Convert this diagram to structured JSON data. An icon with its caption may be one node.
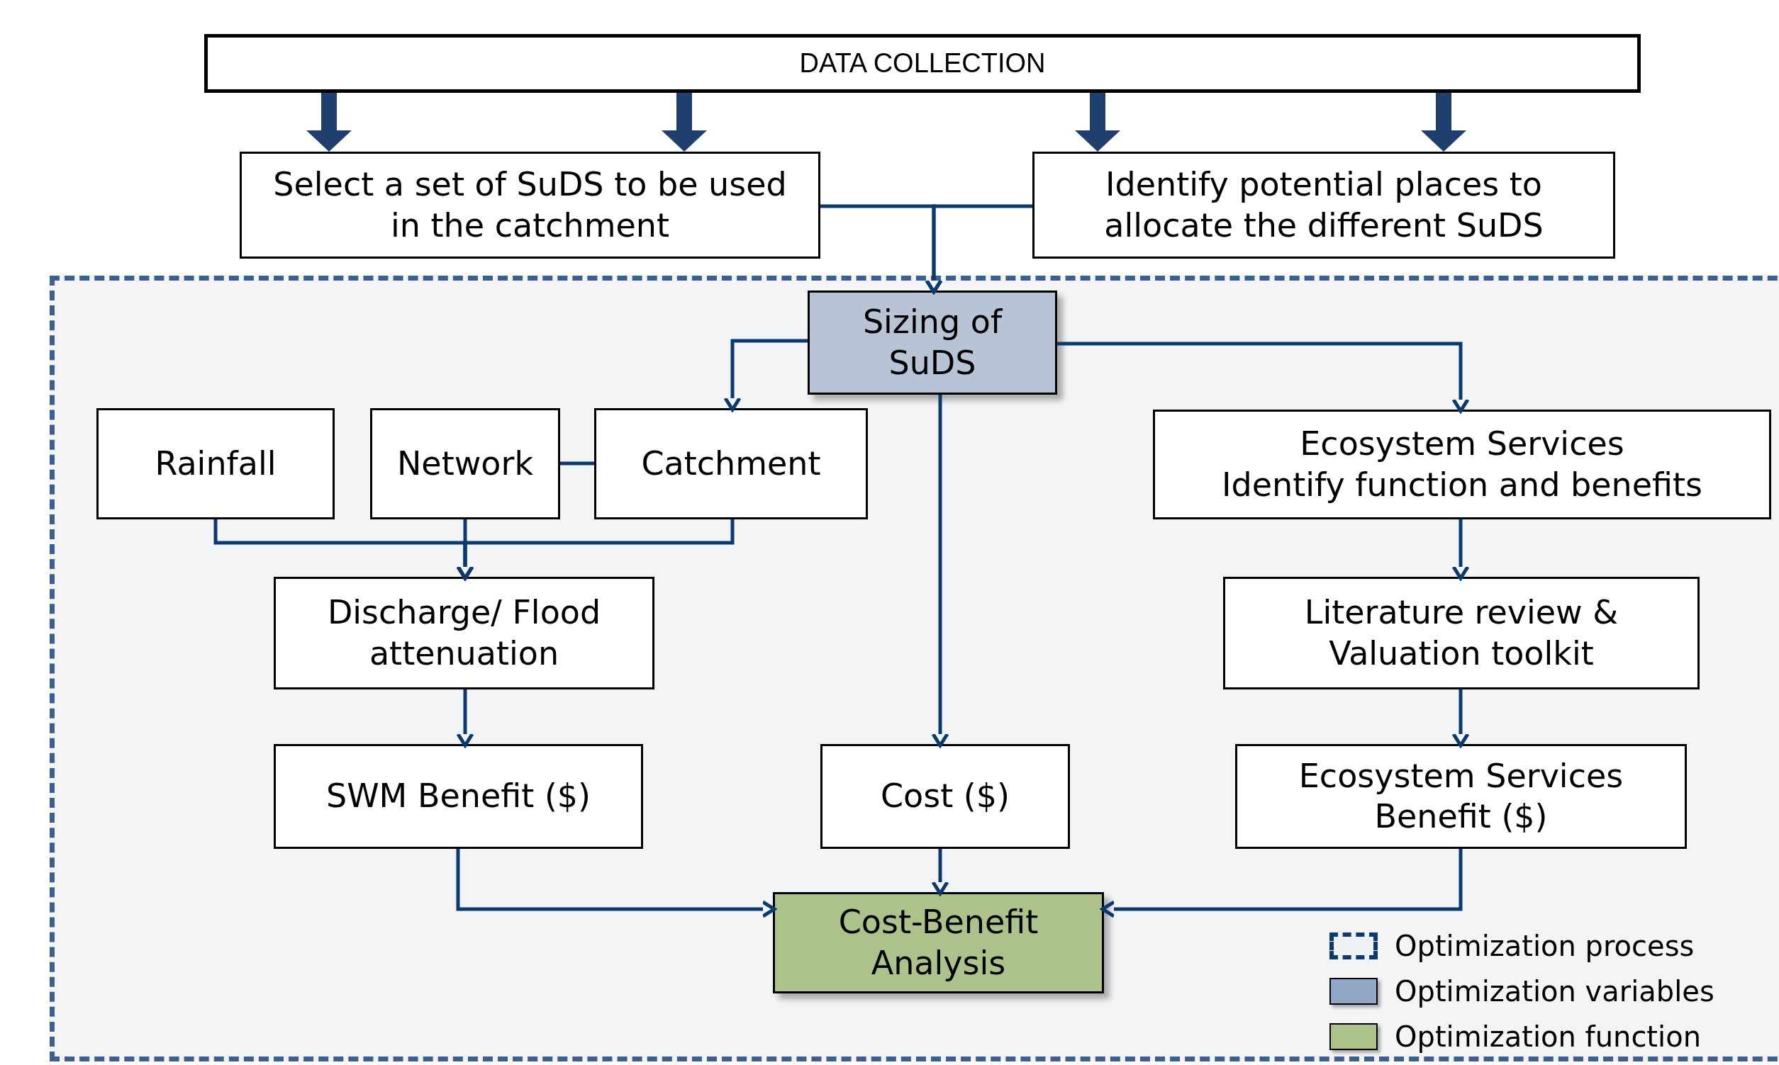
{
  "diagram": {
    "nodes": [
      {
        "text": [
          "DATA COLLECTION"
        ]
      },
      {
        "text": [
          "Select a set of SuDS to be used in the catchment"
        ]
      },
      {
        "text": [
          "Identify potential places to allocate the different SuDS"
        ]
      },
      {
        "text": [],
        "shape": "box"
      },
      {
        "text": [
          "Sizing of SuDS"
        ],
        "in": 3
      },
      {
        "text": [
          "Rainfall"
        ],
        "in": 3
      },
      {
        "text": [
          "Network"
        ],
        "in": 3
      },
      {
        "text": [
          "Catchment"
        ],
        "in": 3
      },
      {
        "text": [
          "Ecosystem Services",
          "Identify function and benefits"
        ],
        "in": 3
      },
      {
        "text": [
          "Discharge/ Flood attenuation"
        ],
        "in": 3
      },
      {
        "text": [
          "Literature review & Valuation toolkit"
        ],
        "in": 3
      },
      {
        "text": [
          "SWM Benefit ($)"
        ],
        "in": 3
      },
      {
        "text": [
          "Cost ($)"
        ],
        "in": 3
      },
      {
        "text": [
          "Ecosystem Services Benefit ($)"
        ],
        "in": 3
      },
      {
        "text": [
          "Cost-Benefit Analysis"
        ],
        "in": 3
      }
    ],
    "edges": [
      {
        "from": 0,
        "to": 1,
        "arrow": "to",
        "style": "thick"
      },
      {
        "from": 0,
        "to": 1,
        "arrow": "to",
        "style": "thick"
      },
      {
        "from": 0,
        "to": 2,
        "arrow": "to",
        "style": "thick"
      },
      {
        "from": 0,
        "to": 2,
        "arrow": "to",
        "style": "thick"
      },
      {
        "from": 1,
        "to": 4,
        "arrow": "to"
      },
      {
        "from": 2,
        "to": 4,
        "arrow": "to"
      },
      {
        "from": 4,
        "to": 7,
        "arrow": "to"
      },
      {
        "from": 4,
        "to": 8,
        "arrow": "to"
      },
      {
        "from": 4,
        "to": 12,
        "arrow": "to"
      },
      {
        "from": 6,
        "to": 7,
        "arrow": "none"
      },
      {
        "from": 5,
        "to": 9,
        "arrow": "to"
      },
      {
        "from": 6,
        "to": 9,
        "arrow": "to"
      },
      {
        "from": 7,
        "to": 9,
        "arrow": "to"
      },
      {
        "from": 9,
        "to": 11,
        "arrow": "to"
      },
      {
        "from": 8,
        "to": 10,
        "arrow": "to"
      },
      {
        "from": 10,
        "to": 13,
        "arrow": "to"
      },
      {
        "from": 11,
        "to": 14,
        "arrow": "to"
      },
      {
        "from": 12,
        "to": 14,
        "arrow": "to"
      },
      {
        "from": 13,
        "to": 14,
        "arrow": "to"
      }
    ],
    "legend": [
      {
        "text": "Optimization process"
      },
      {
        "text": "Optimization variables",
        "color": "#8fa8c8"
      },
      {
        "text": "Optimization function",
        "color": "#adc28a"
      }
    ]
  }
}
